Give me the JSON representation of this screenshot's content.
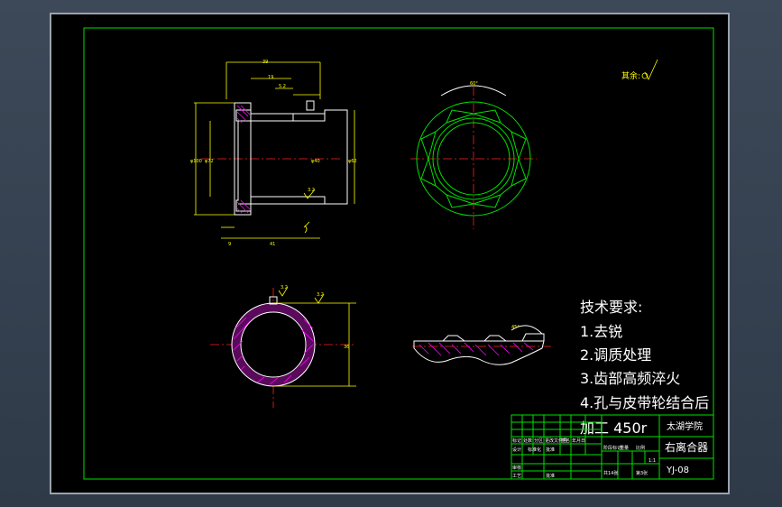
{
  "tech_requirements": {
    "title": "技术要求:",
    "items": [
      "1.去锐",
      "2.调质处理",
      "3.齿部高频淬火",
      "4.孔与皮带轮结合后"
    ],
    "process_note": "加工 450r"
  },
  "surface_note": "其余:",
  "roughness": {
    "r1": "3.2",
    "r2": "3.2",
    "r3": "3.2"
  },
  "angle_note": "60°",
  "title_block": {
    "school": "太湖学院",
    "part_name": "右离合器",
    "drawing_no": "YJ-08",
    "sheet_info": "共14张",
    "sheet_no": "第3张",
    "row_labels": [
      "标记",
      "处数",
      "分区",
      "更改文件号",
      "签名",
      "年月日"
    ],
    "stage_labels": [
      "阶段标记",
      "重量",
      "比例"
    ],
    "role_labels": [
      "设计",
      "审核",
      "工艺",
      "标准化",
      "批准"
    ],
    "scale": "1:1"
  }
}
